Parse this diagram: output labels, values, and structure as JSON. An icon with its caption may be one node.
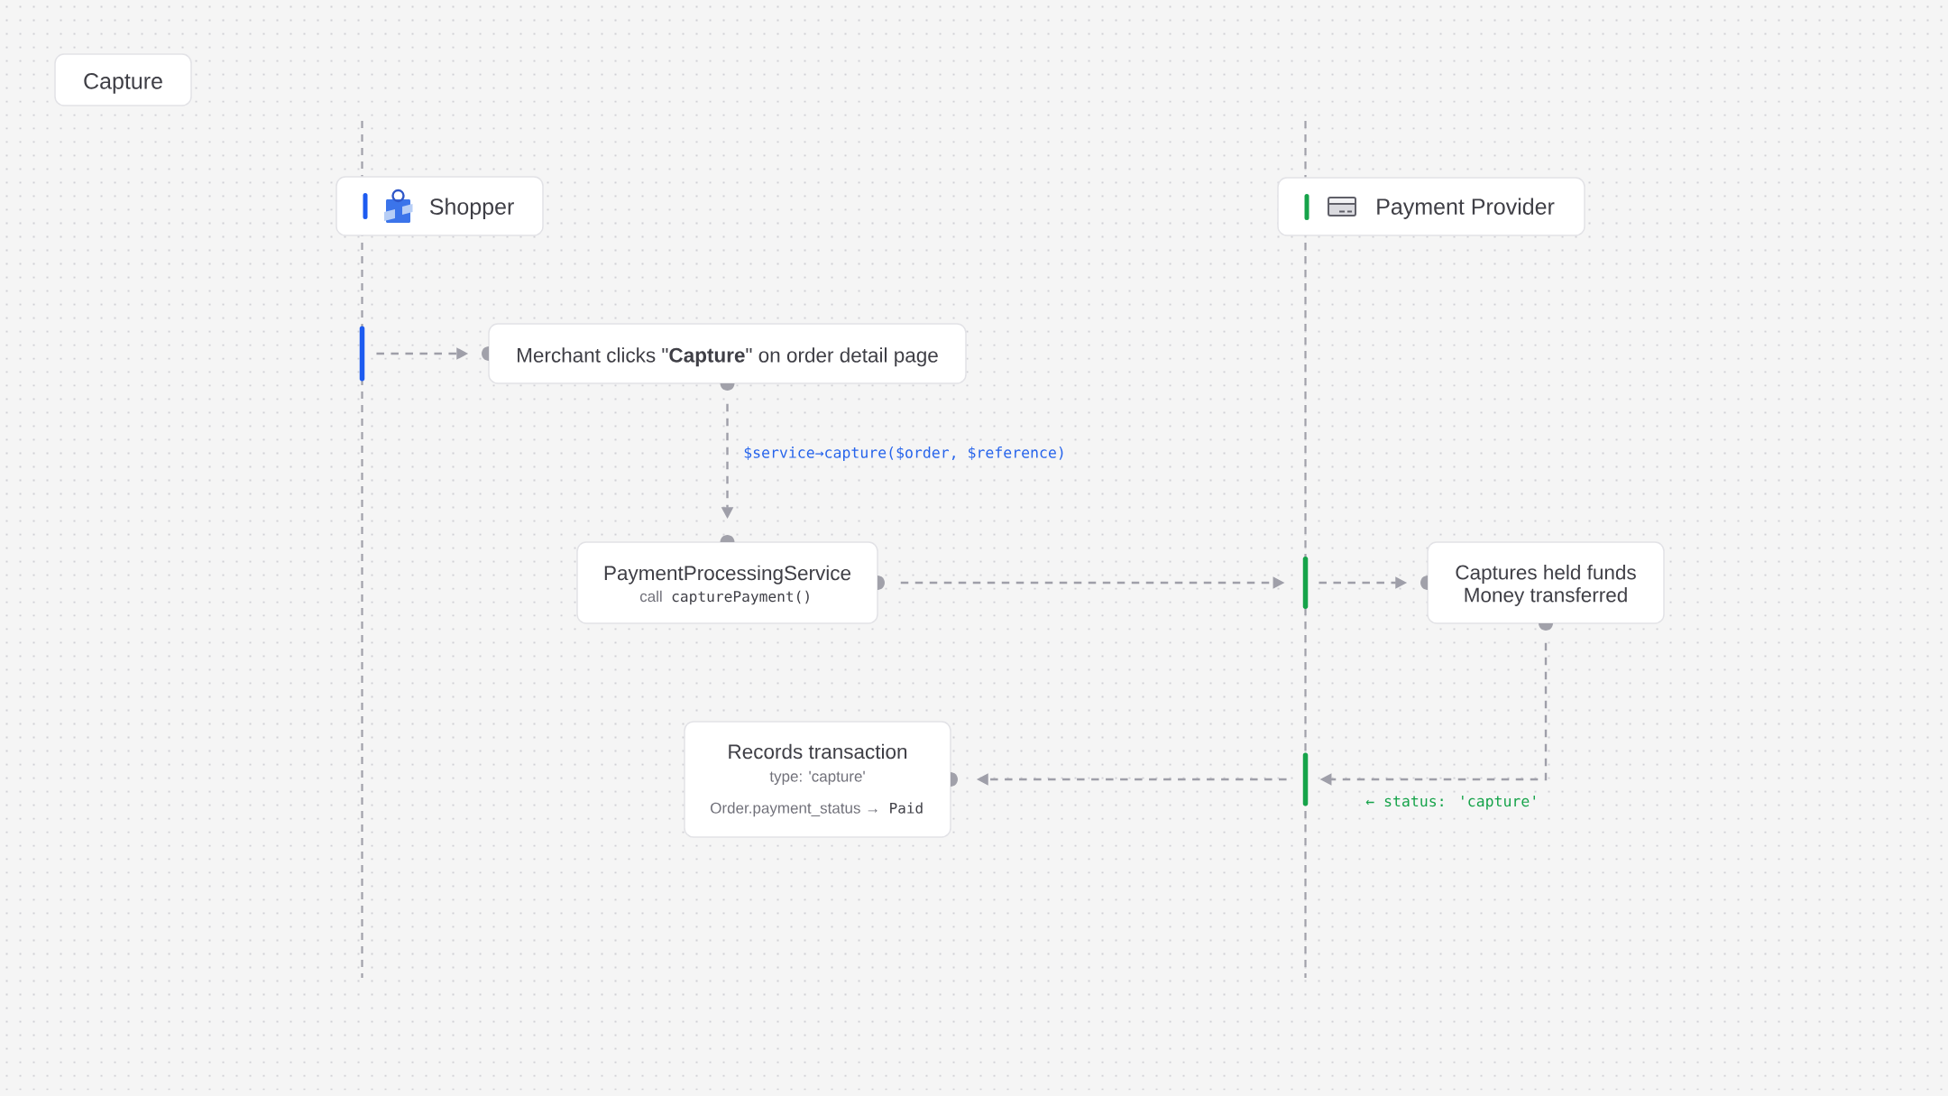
{
  "diagram": {
    "title": "Capture",
    "nodes": [
      {
        "text": [
          "Shopper"
        ]
      },
      {
        "text": [
          "Payment Provider"
        ]
      },
      {
        "text": [],
        "shape": "bar"
      },
      {
        "text": [
          "Merchant clicks \"**Capture**\" on order detail page"
        ]
      },
      {
        "text": [
          "PaymentProcessingService",
          "call",
          "capturePayment()"
        ]
      },
      {
        "text": [],
        "shape": "bar"
      },
      {
        "text": [
          "Captures held funds",
          "Money transferred"
        ]
      },
      {
        "text": [
          "Records transaction",
          "type: 'capture'",
          "Order.payment_status →",
          "Paid"
        ]
      },
      {
        "text": [],
        "shape": "bar"
      }
    ],
    "edges": [
      {
        "from": 2,
        "to": 3,
        "arrow": "to",
        "style": "dashed"
      },
      {
        "from": 3,
        "to": 4,
        "arrow": "to",
        "style": "dashed",
        "label": "$service→capture($order, $reference)"
      },
      {
        "from": 4,
        "to": 5,
        "arrow": "to",
        "style": "dashed"
      },
      {
        "from": 5,
        "to": 6,
        "arrow": "to",
        "style": "dashed"
      },
      {
        "from": 6,
        "to": 8,
        "arrow": "to",
        "style": "dashed",
        "label": "← status: 'capture'"
      },
      {
        "from": 8,
        "to": 7,
        "arrow": "to",
        "style": "dashed"
      }
    ]
  }
}
